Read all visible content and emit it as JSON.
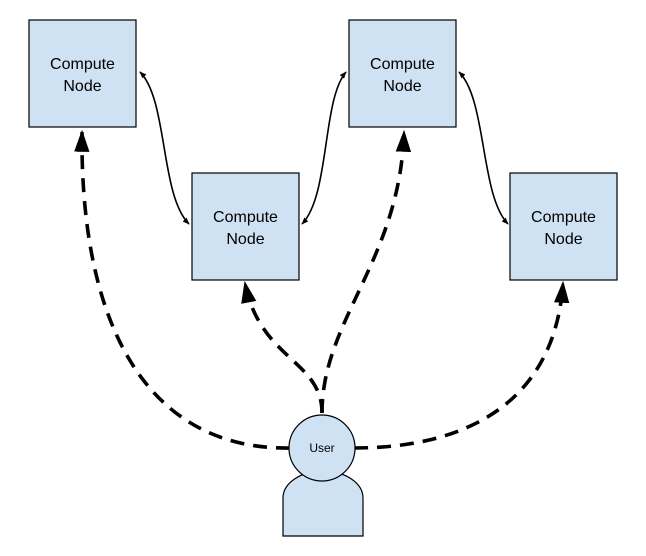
{
  "diagram": {
    "nodes": [
      {
        "id": "node-1",
        "label_line1": "Compute",
        "label_line2": "Node"
      },
      {
        "id": "node-2",
        "label_line1": "Compute",
        "label_line2": "Node"
      },
      {
        "id": "node-3",
        "label_line1": "Compute",
        "label_line2": "Node"
      },
      {
        "id": "node-4",
        "label_line1": "Compute",
        "label_line2": "Node"
      }
    ],
    "user": {
      "label": "User"
    },
    "colors": {
      "node_fill": "#cfe2f3",
      "stroke": "#000000",
      "background": "#ffffff"
    }
  }
}
